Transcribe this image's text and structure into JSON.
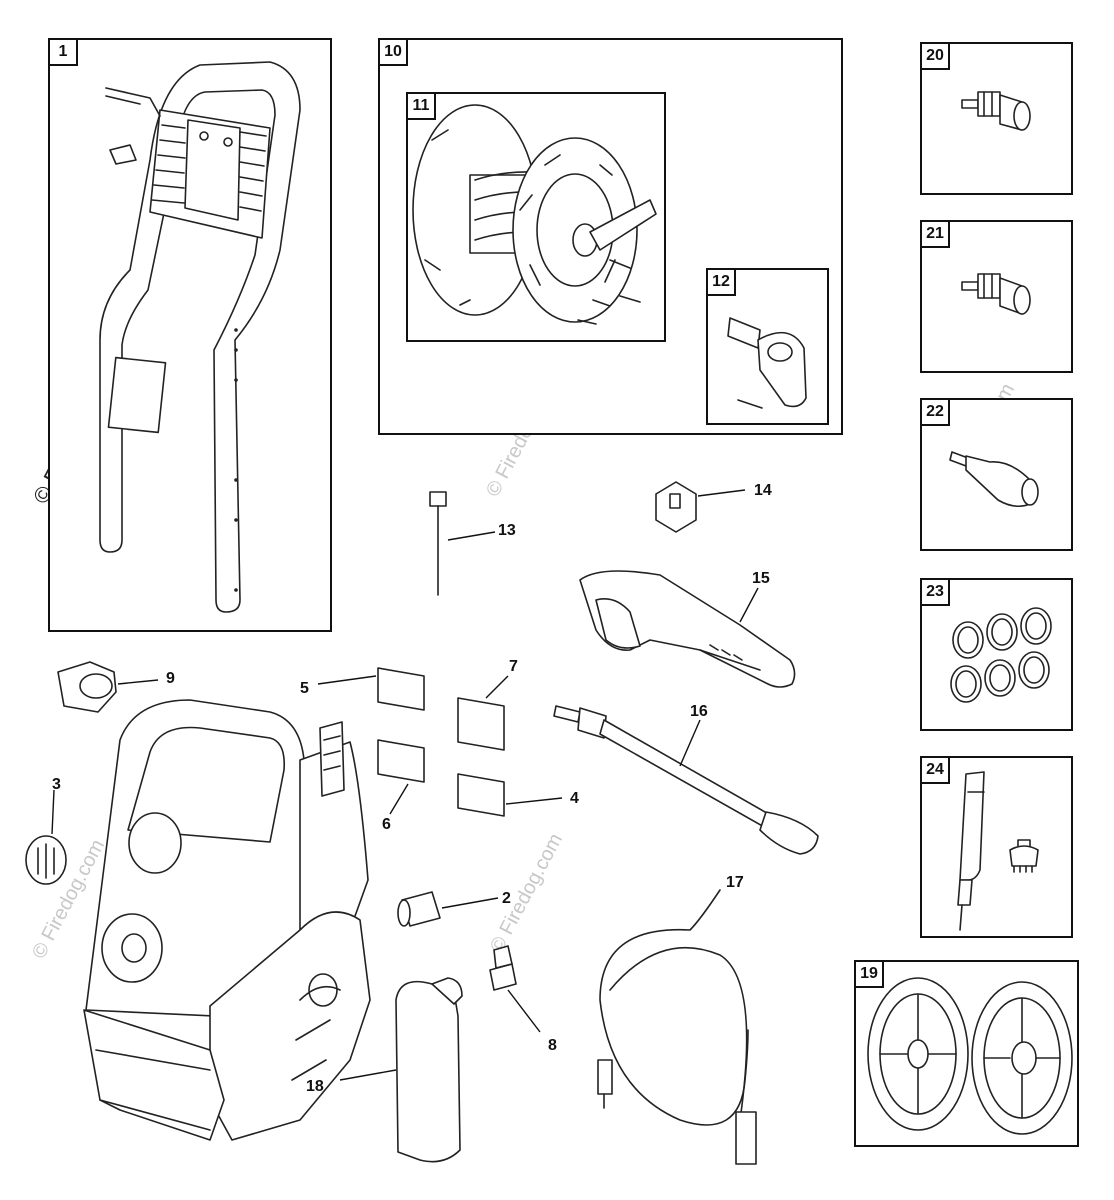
{
  "watermarks": {
    "main": "© Firedog.com",
    "faint": "© Firedog.com"
  },
  "boxes": {
    "b1": "1",
    "b10": "10",
    "b11": "11",
    "b12": "12",
    "b20": "20",
    "b21": "21",
    "b22": "22",
    "b23": "23",
    "b24": "24",
    "b19": "19"
  },
  "callouts": {
    "c2": "2",
    "c3": "3",
    "c4": "4",
    "c5": "5",
    "c6": "6",
    "c7": "7",
    "c8": "8",
    "c9": "9",
    "c13": "13",
    "c14": "14",
    "c15": "15",
    "c16": "16",
    "c17": "17",
    "c18": "18"
  }
}
